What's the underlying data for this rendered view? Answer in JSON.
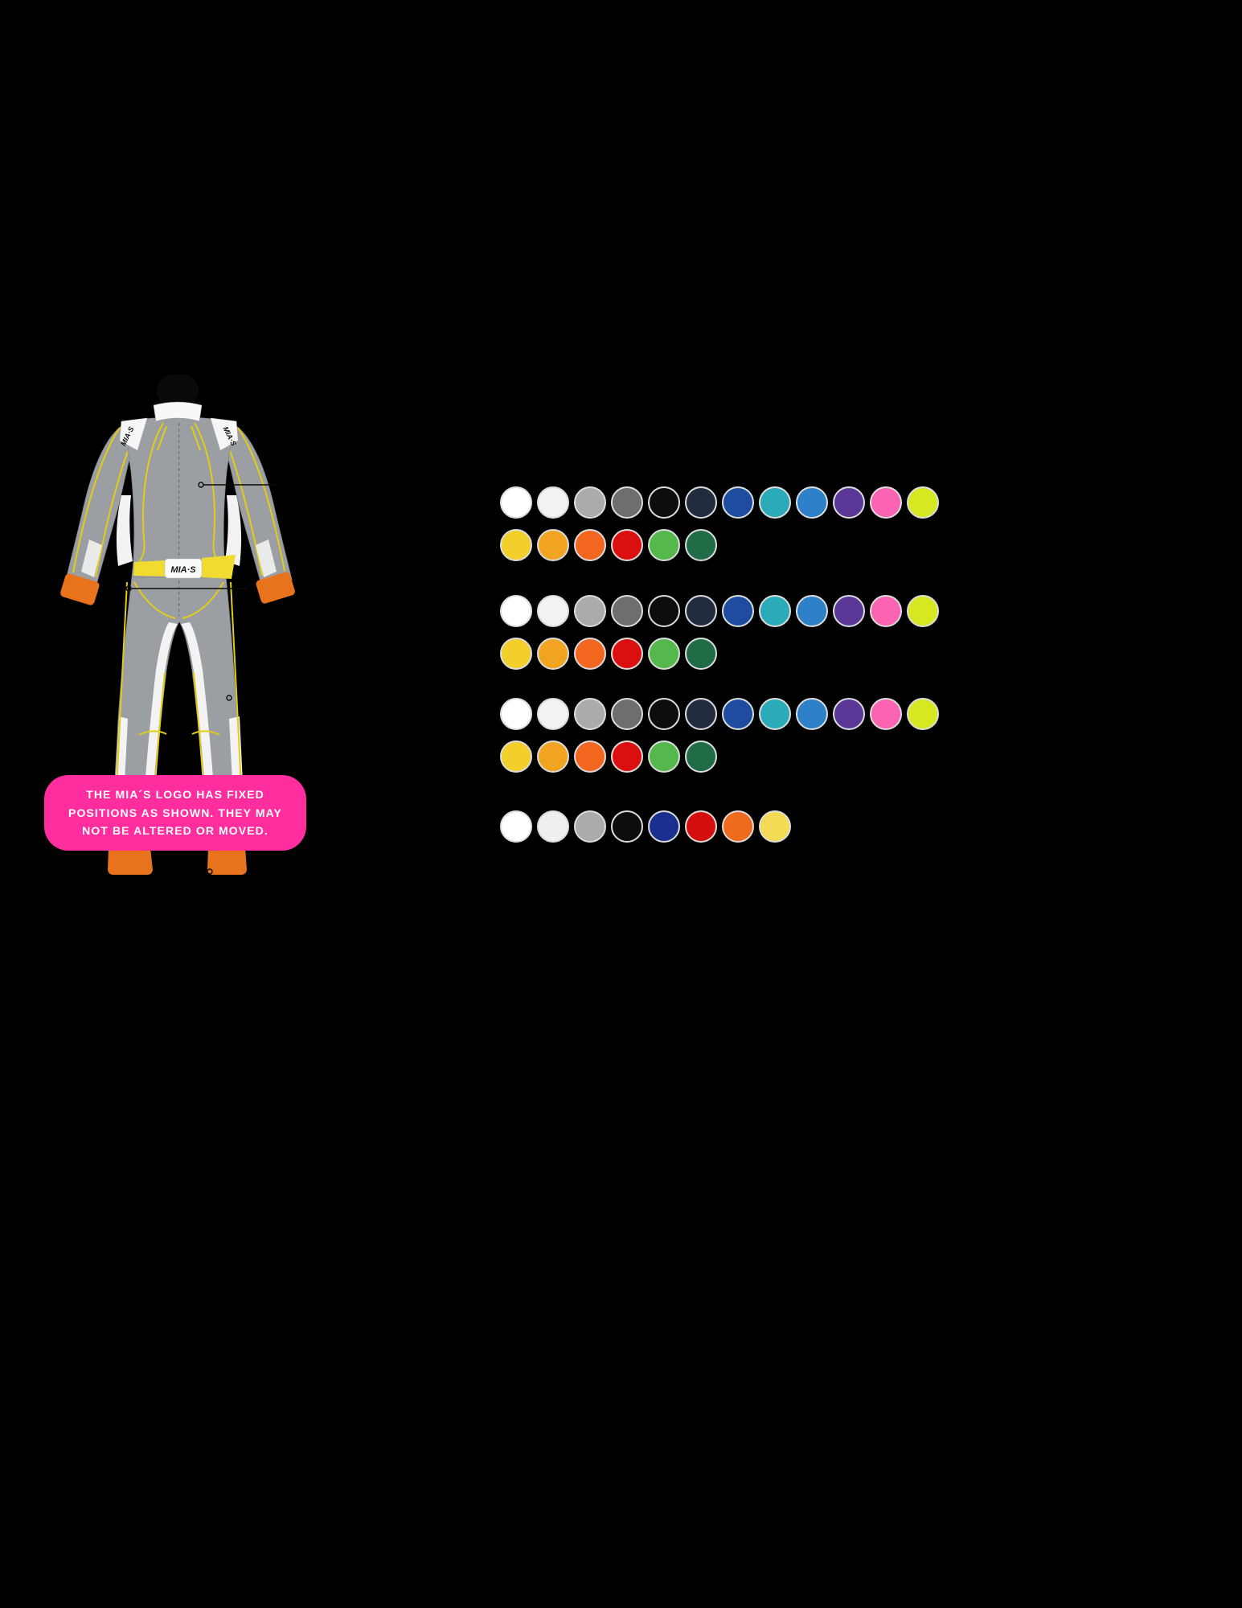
{
  "suit": {
    "brand_label": "MIA·S",
    "colors": {
      "base": "#9B9FA3",
      "panel": "#F4F4F4",
      "piping": "#E2CC17",
      "cuffs_boots": "#E8731C",
      "belt": "#EFDC2E"
    }
  },
  "callout": {
    "lines": [
      "THE MIA´S LOGO HAS FIXED",
      "POSITIONS AS SHOWN. THEY MAY",
      "NOT BE ALTERED OR MOVED."
    ],
    "bg_color": "#FF2D9E",
    "text_color": "#FFFFFF"
  },
  "palettes": [
    {
      "rows": [
        [
          "#FFFFFF",
          "#F2F2F2",
          "#ABABAB",
          "#6E6E6E",
          "#0D0D0D",
          "#232B3F",
          "#1E4CA1",
          "#2BABB9",
          "#2E80C8",
          "#5A3796",
          "#FA64B2",
          "#D5E822"
        ],
        [
          "#F2CF2B",
          "#F1A421",
          "#F3661F",
          "#DB0F0F",
          "#54B84D",
          "#1F6C46"
        ]
      ]
    },
    {
      "rows": [
        [
          "#FFFFFF",
          "#F2F2F2",
          "#ABABAB",
          "#6E6E6E",
          "#0D0D0D",
          "#232B3F",
          "#1E4CA1",
          "#2BABB9",
          "#2E80C8",
          "#5A3796",
          "#FA64B2",
          "#D5E822"
        ],
        [
          "#F2CF2B",
          "#F1A421",
          "#F3661F",
          "#DB0F0F",
          "#54B84D",
          "#1F6C46"
        ]
      ]
    },
    {
      "rows": [
        [
          "#FFFFFF",
          "#F2F2F2",
          "#ABABAB",
          "#6E6E6E",
          "#0D0D0D",
          "#232B3F",
          "#1E4CA1",
          "#2BABB9",
          "#2E80C8",
          "#5A3796",
          "#FA64B2",
          "#D5E822"
        ],
        [
          "#F2CF2B",
          "#F1A421",
          "#F3661F",
          "#DB0F0F",
          "#54B84D",
          "#1F6C46"
        ]
      ]
    },
    {
      "rows": [
        [
          "#FFFFFF",
          "#EFEFEF",
          "#ABABAB",
          "#0D0D0D",
          "#19308F",
          "#D40E0E",
          "#EE6B1E",
          "#F4DB55"
        ]
      ]
    }
  ]
}
